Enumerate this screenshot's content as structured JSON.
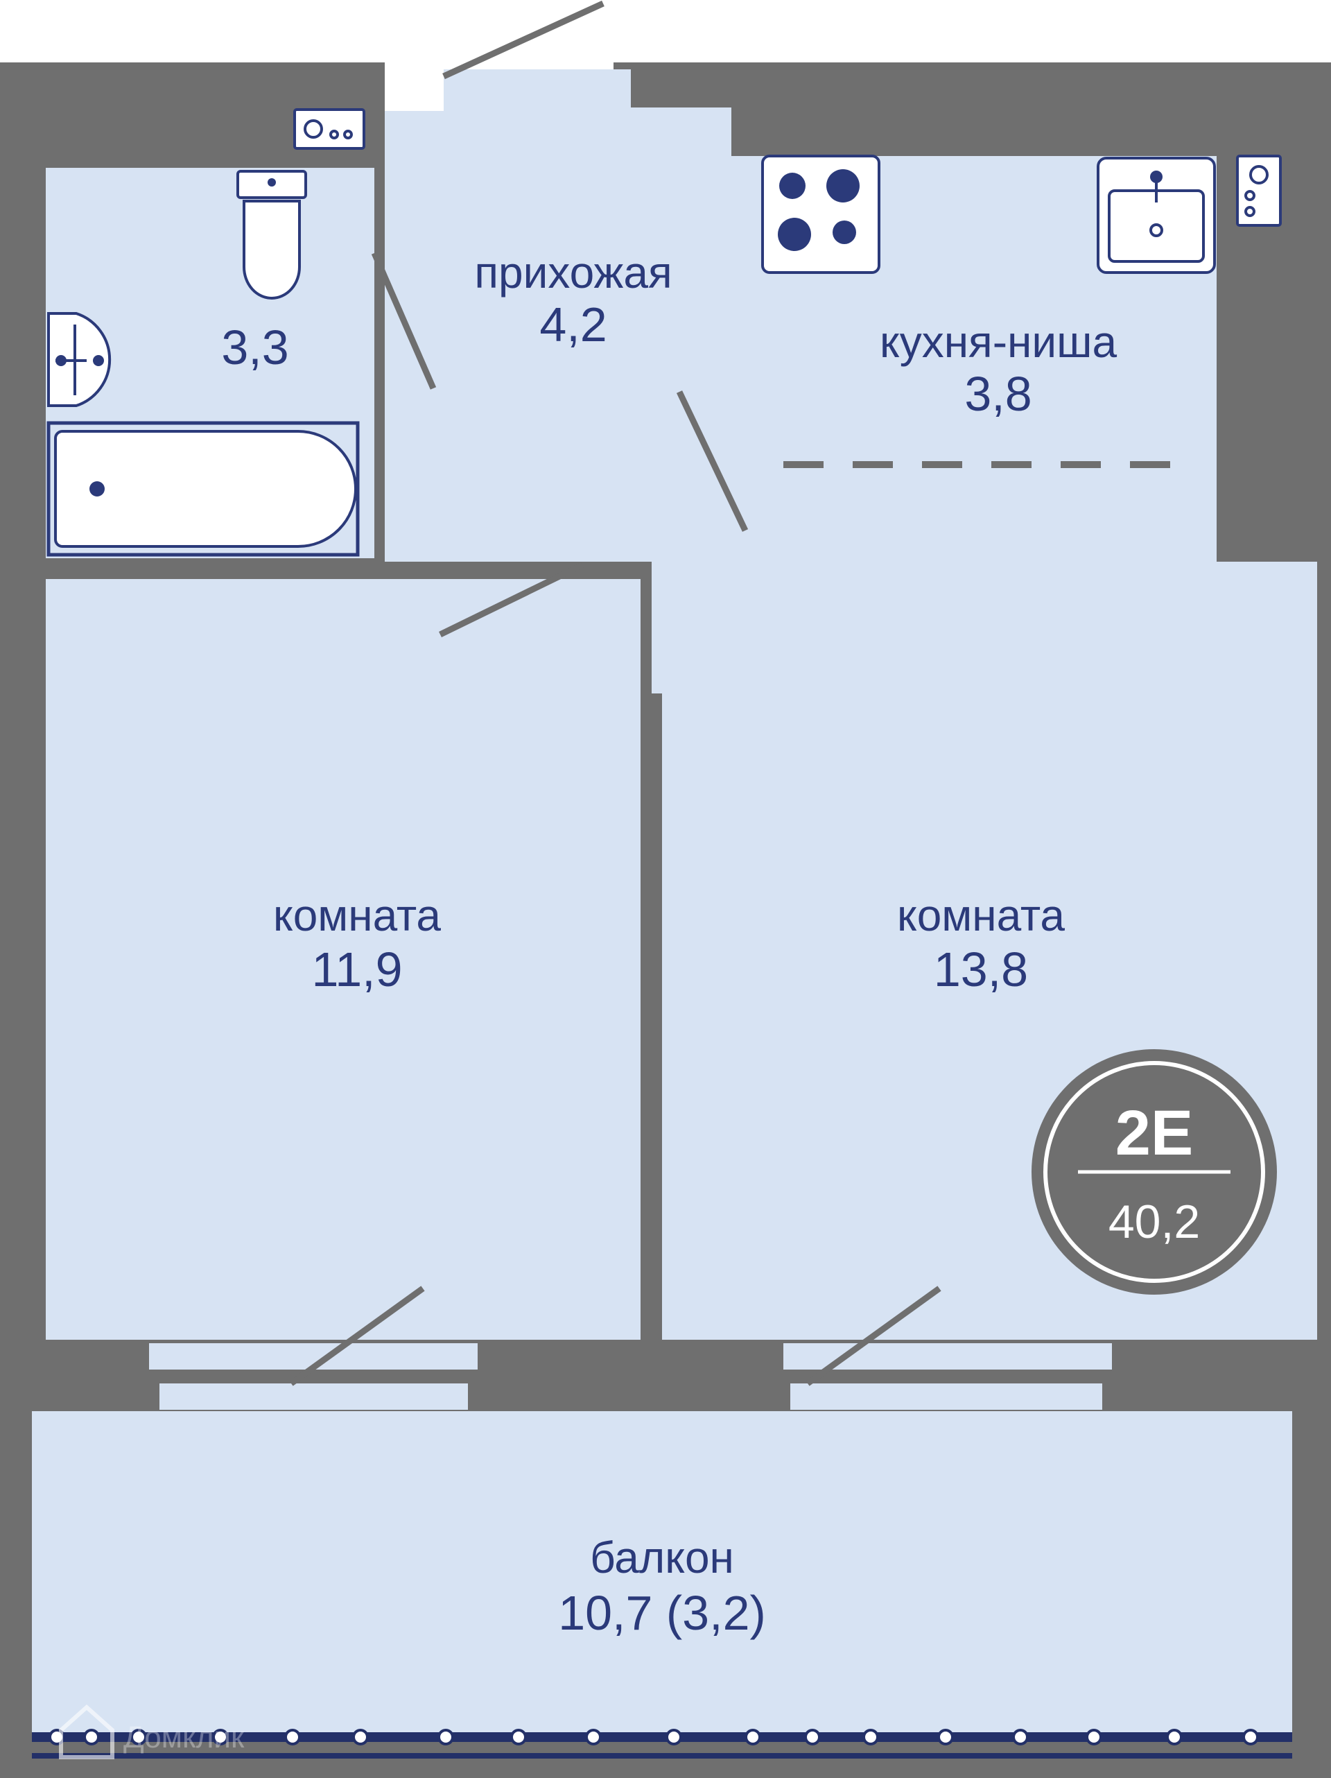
{
  "rooms": {
    "bathroom": {
      "area": "3,3"
    },
    "hallway": {
      "name": "прихожая",
      "area": "4,2"
    },
    "kitchen": {
      "name": "кухня-ниша",
      "area": "3,8"
    },
    "room_left": {
      "name": "комната",
      "area": "11,9"
    },
    "room_right": {
      "name": "комната",
      "area": "13,8"
    },
    "balcony": {
      "name": "балкон",
      "area": "10,7 (3,2)"
    }
  },
  "badge": {
    "type": "2Е",
    "total_area": "40,2"
  },
  "watermark": {
    "text": "Домклик"
  },
  "icons": [
    "toilet-icon",
    "washbasin-icon",
    "bathtub-icon",
    "washing-machine-icon",
    "stove-icon",
    "kitchen-sink-icon",
    "boiler-icon",
    "domclick-logo-icon"
  ],
  "colors": {
    "wall": "#6f6f6f",
    "floor": "#d7e3f3",
    "text": "#2b3a7a",
    "fixture": "#2b3a7a",
    "balcony_rail": "#233068"
  }
}
